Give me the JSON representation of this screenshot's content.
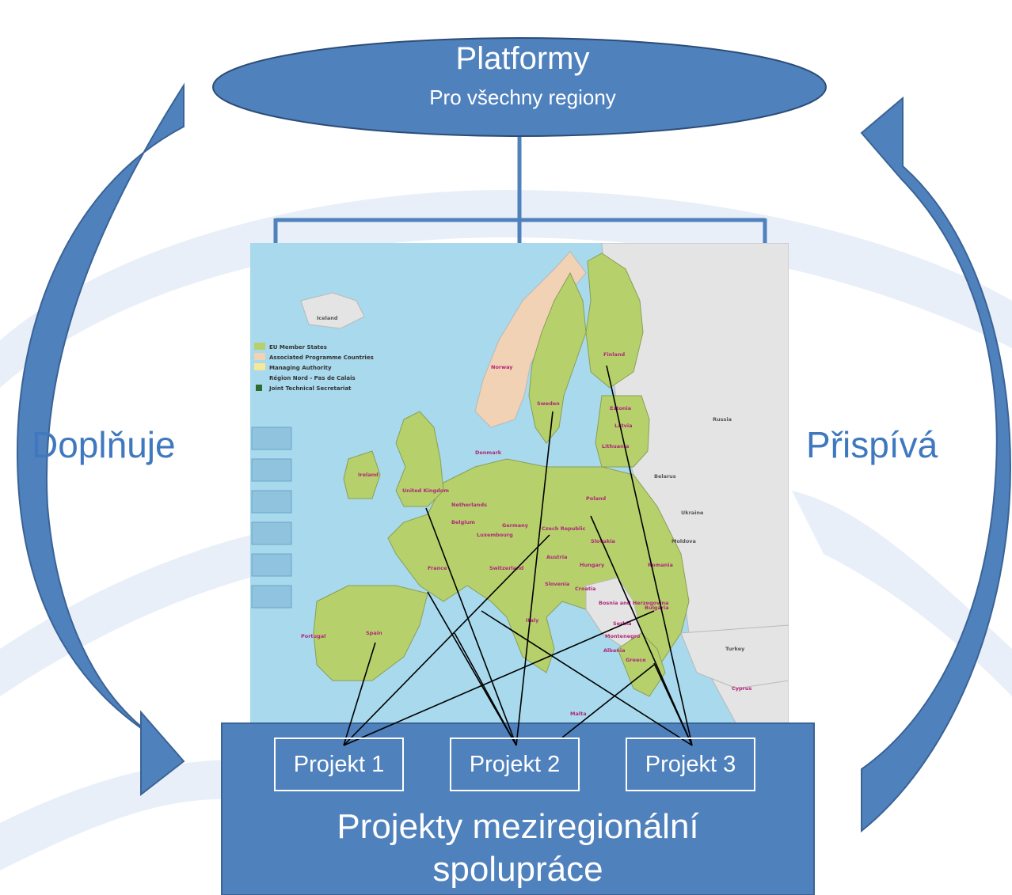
{
  "platform": {
    "title": "Platformy",
    "subtitle": "Pro všechny regiony"
  },
  "side_labels": {
    "left": "Doplňuje",
    "right": "Přispívá"
  },
  "projects": [
    {
      "label": "Projekt 1"
    },
    {
      "label": "Projekt 2"
    },
    {
      "label": "Projekt 3"
    }
  ],
  "bottom": {
    "line1": "Projekty meziregionální",
    "line2": "spolupráce"
  },
  "map": {
    "legend": [
      "EU Member States",
      "Associated Programme Countries",
      "Managing Authority",
      "Région Nord - Pas de Calais",
      "Joint Technical Secretariat"
    ],
    "countries": [
      "Iceland",
      "Norway",
      "Sweden",
      "Finland",
      "Estonia",
      "Latvia",
      "Lithuania",
      "Russia",
      "Belarus",
      "Ukraine",
      "Moldova",
      "Denmark",
      "Ireland",
      "United Kingdom",
      "Netherlands",
      "Belgium",
      "Luxembourg",
      "Germany",
      "Poland",
      "Czech Republic",
      "Slovakia",
      "Austria",
      "Hungary",
      "Romania",
      "Switzerland",
      "France",
      "Slovenia",
      "Croatia",
      "Bosnia and Herzegovina",
      "Serbia",
      "Montenegro",
      "Albania",
      "Bulgaria",
      "Italy",
      "Greece",
      "Turkey",
      "Cyprus",
      "Malta",
      "Spain",
      "Portugal"
    ],
    "colors": {
      "sea": "#a8d9ec",
      "eu": "#b6d16c",
      "associated": "#f2d2b4",
      "non_eu": "#e4e4e4"
    }
  },
  "colors": {
    "primary": "#4f81bd",
    "dark": "#3f6fa8",
    "label": "#3f78bf",
    "watermark": "#e8eef7"
  }
}
